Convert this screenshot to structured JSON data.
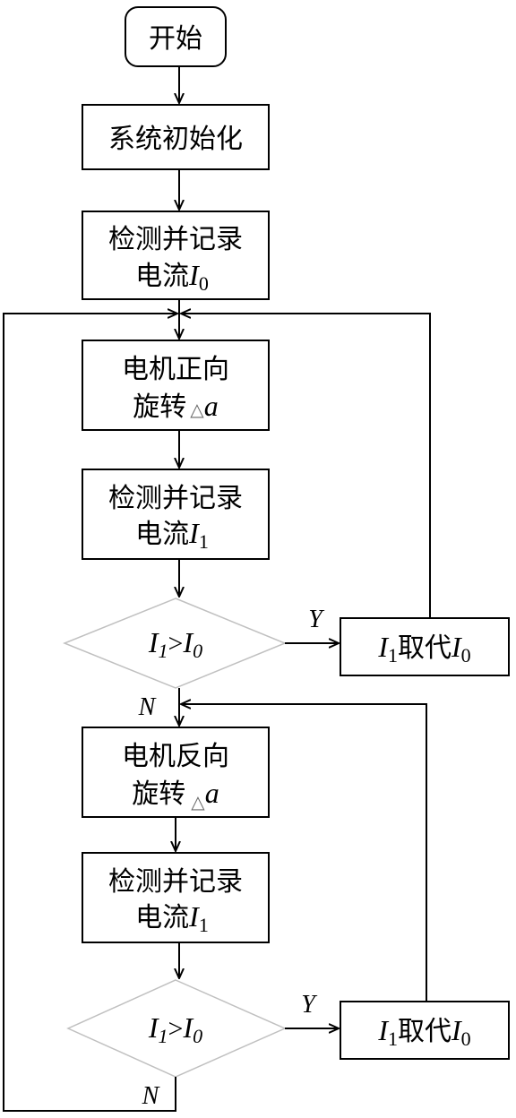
{
  "nodes": {
    "start": "开始",
    "init": "系统初始化",
    "detect0_line1": "检测并记录",
    "detect0_line2": "电流",
    "detect0_var": "I",
    "detect0_sub": "0",
    "forward_line1": "电机正向",
    "forward_line2": "旋转",
    "forward_delta": "△",
    "forward_var": "a",
    "detect1_line1": "检测并记录",
    "detect1_line2": "电流",
    "detect1_var": "I",
    "detect1_sub": "1",
    "decision1_a": "I",
    "decision1_a_sub": "1",
    "decision1_op": ">",
    "decision1_b": "I",
    "decision1_b_sub": "0",
    "replace1_a": "I",
    "replace1_a_sub": "1",
    "replace1_text": "取代",
    "replace1_b": "I",
    "replace1_b_sub": "0",
    "reverse_line1": "电机反向",
    "reverse_line2": "旋转",
    "reverse_delta": "△",
    "reverse_var": "a",
    "detect2_line1": "检测并记录",
    "detect2_line2": "电流",
    "detect2_var": "I",
    "detect2_sub": "1",
    "decision2_a": "I",
    "decision2_a_sub": "1",
    "decision2_op": ">",
    "decision2_b": "I",
    "decision2_b_sub": "0",
    "replace2_a": "I",
    "replace2_a_sub": "1",
    "replace2_text": "取代",
    "replace2_b": "I",
    "replace2_b_sub": "0"
  },
  "edge_labels": {
    "yes1": "Y",
    "no1": "N",
    "yes2": "Y",
    "no2": "N"
  },
  "colors": {
    "stroke": "#000000",
    "decision_stroke": "#c0c0c0",
    "background": "#ffffff"
  }
}
